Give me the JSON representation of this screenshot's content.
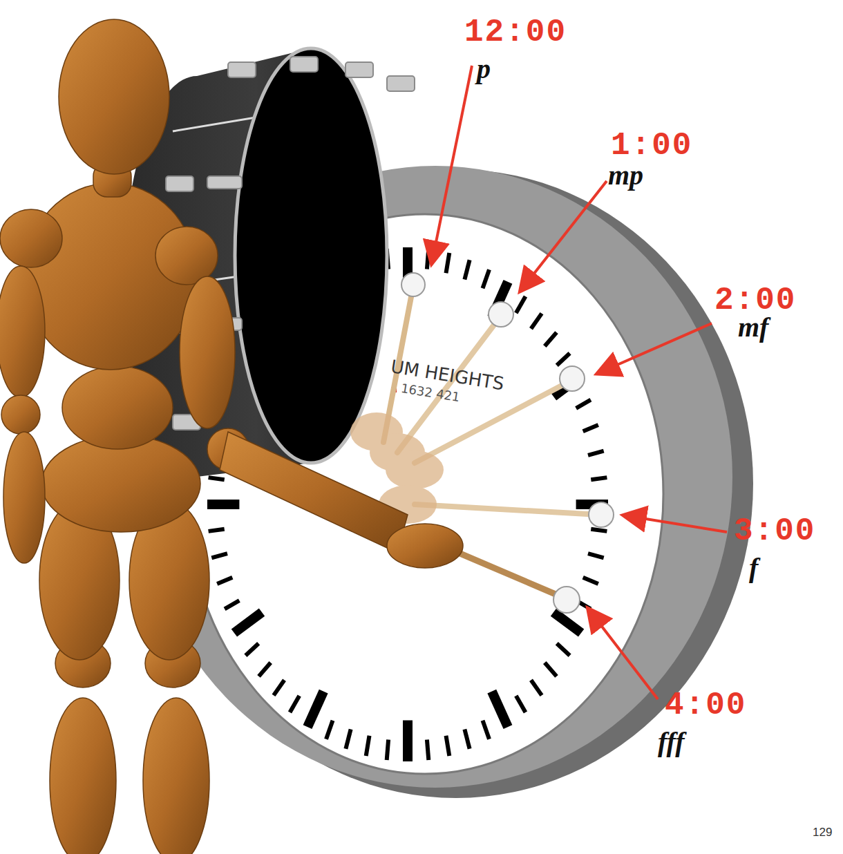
{
  "diagram": {
    "labels": [
      "12:00",
      "p",
      "1:00",
      "mp",
      "2:00",
      "mf",
      "3:00",
      "f",
      "4:00",
      "fff",
      "UM HEIGHTS",
      "1632 421",
      "129"
    ]
  }
}
